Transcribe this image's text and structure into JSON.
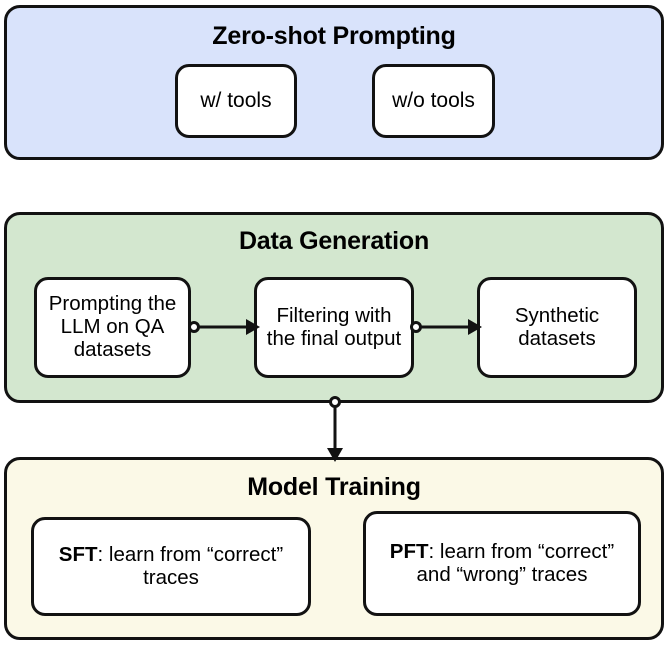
{
  "diagram": {
    "title_semantic": "llm-training-pipeline-flowchart",
    "background": "#ffffff",
    "stroke_color": "#121212"
  },
  "panels": [
    {
      "id": "zero-shot",
      "title": "Zero-shot Prompting",
      "fill": "#d9e3fb",
      "nodes": [
        {
          "id": "w-tools",
          "label": "w/ tools"
        },
        {
          "id": "wo-tools",
          "label": "w/o tools"
        }
      ]
    },
    {
      "id": "data-generation",
      "title": "Data Generation",
      "fill": "#d3e7cf",
      "nodes": [
        {
          "id": "prompting",
          "label": "Prompting the LLM on QA datasets"
        },
        {
          "id": "filtering",
          "label": "Filtering with the final output"
        },
        {
          "id": "synthetic",
          "label": "Synthetic datasets"
        }
      ]
    },
    {
      "id": "model-training",
      "title": "Model Training",
      "fill": "#fbf9e7",
      "nodes": [
        {
          "id": "sft",
          "prefix": "SFT",
          "suffix": ": learn from “correct” traces"
        },
        {
          "id": "pft",
          "prefix": "PFT",
          "suffix": ": learn from “correct” and “wrong” traces"
        }
      ]
    }
  ],
  "connectors": [
    {
      "id": "prompting-to-filtering",
      "from": "prompting",
      "to": "filtering",
      "start_marker": "circle",
      "end_marker": "arrow",
      "direction": "right"
    },
    {
      "id": "filtering-to-synthetic",
      "from": "filtering",
      "to": "synthetic",
      "start_marker": "circle",
      "end_marker": "arrow",
      "direction": "right"
    },
    {
      "id": "datagen-to-training",
      "from": "data-generation",
      "to": "model-training",
      "start_marker": "circle",
      "end_marker": "arrow",
      "direction": "down"
    }
  ]
}
